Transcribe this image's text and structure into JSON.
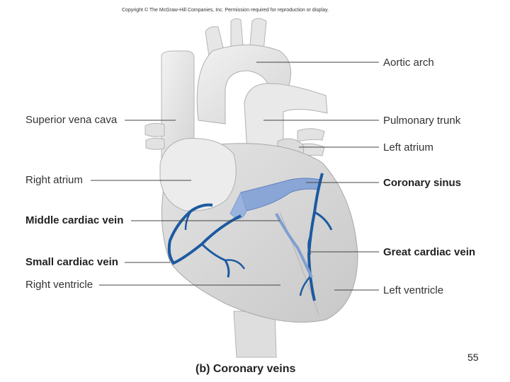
{
  "copyright": "Copyright © The McGraw-Hill Companies, Inc. Permission required for reproduction or display.",
  "labels": {
    "aortic_arch": "Aortic arch",
    "superior_vena_cava": "Superior vena cava",
    "pulmonary_trunk": "Pulmonary trunk",
    "left_atrium": "Left atrium",
    "right_atrium": "Right atrium",
    "coronary_sinus": "Coronary sinus",
    "middle_cardiac_vein": "Middle cardiac vein",
    "great_cardiac_vein": "Great cardiac vein",
    "small_cardiac_vein": "Small cardiac vein",
    "right_ventricle": "Right ventricle",
    "left_ventricle": "Left ventricle"
  },
  "caption": "(b) Coronary veins",
  "page_number": "55",
  "colors": {
    "vein": "#1c5aa0",
    "vein_light": "#7f9fd0",
    "tissue": "#e8e8e8"
  }
}
